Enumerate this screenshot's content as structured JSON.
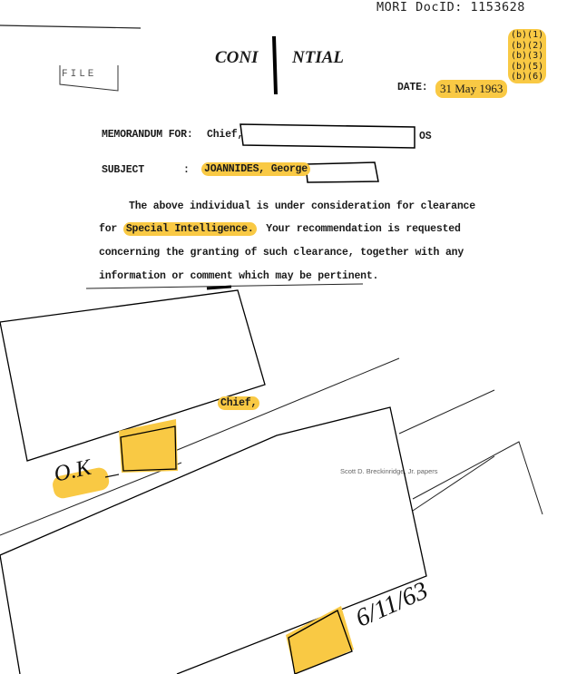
{
  "header": {
    "doc_id": "MORI DocID: 1153628",
    "classification_left": "CONI",
    "classification_right": "NTIAL",
    "exemption_codes": [
      "(b)(1)",
      "(b)(2)",
      "(b)(3)",
      "(b)(5)",
      "(b)(6)"
    ],
    "stamp": "FILE",
    "date_label": "DATE:",
    "date_value": "31 May 1963"
  },
  "memo": {
    "for_label": "MEMORANDUM FOR:",
    "for_value": "Chief,",
    "for_suffix": "OS",
    "subject_label": "SUBJECT",
    "subject_colon": ":",
    "subject_value": "JOANNIDES, George",
    "body": {
      "line1": "The above individual is under consideration for clearance",
      "line2_prefix": "for",
      "line2_highlight": "Special Intelligence.",
      "line2_rest": "Your recommendation is requested",
      "line3": "concerning the granting of such clearance, together with any",
      "line4": "information or comment which may be pertinent."
    }
  },
  "routing": {
    "chief_label": "Chief,",
    "handwritten_ok": "O.K",
    "handwritten_date": "6/11/63"
  },
  "watermark": "Scott D. Breckinridge, Jr. papers",
  "colors": {
    "highlight": "#f9c944",
    "ink": "#1a1a1a"
  }
}
